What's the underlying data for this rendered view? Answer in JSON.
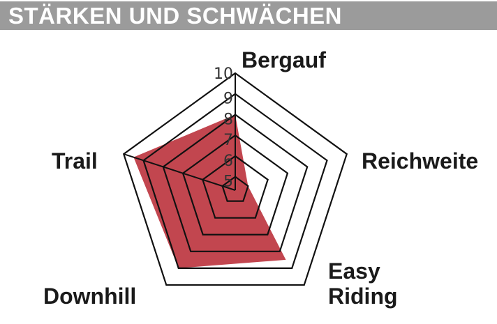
{
  "header": {
    "title": "STÄRKEN UND SCHWÄCHEN"
  },
  "chart_data": {
    "type": "radar",
    "title": "STÄRKEN UND SCHWÄCHEN",
    "axes": [
      "Bergauf",
      "Reichweite",
      "Easy Riding",
      "Downhill",
      "Trail"
    ],
    "axis_label_lines": [
      [
        "Bergauf"
      ],
      [
        "Reichweite"
      ],
      [
        "Easy",
        "Riding"
      ],
      [
        "Downhill"
      ],
      [
        "Trail"
      ]
    ],
    "values": [
      8,
      5,
      8.5,
      9,
      9.5
    ],
    "ticks": [
      "5",
      "6",
      "7",
      "8",
      "9",
      "10"
    ],
    "range": [
      4.35,
      10
    ],
    "fill_color": "#c2464f",
    "grid": true
  }
}
